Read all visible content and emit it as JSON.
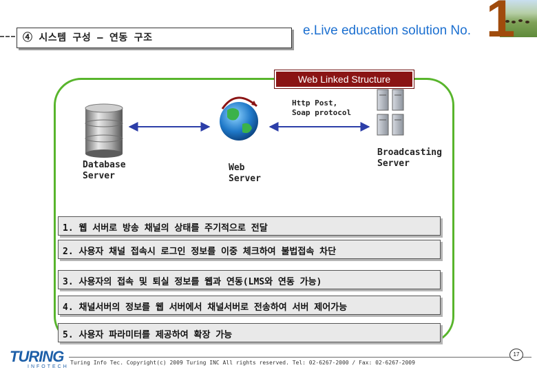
{
  "header": {
    "title": "④ 시스템 구성 – 연동 구조",
    "slogan": "e.Live education solution No.",
    "slogan_number": "1"
  },
  "diagram": {
    "tag": "Web Linked Structure",
    "database_label": "Database\nServer",
    "web_label": "Web\nServer",
    "broadcast_label": "Broadcasting\nServer",
    "protocol_label": "Http Post,\nSoap protocol"
  },
  "items": [
    "1. 웹 서버로 방송 채널의 상태를 주기적으로 전달",
    "2. 사용자 채널 접속시 로그인 정보를 이중 체크하여 불법접속 차단",
    "3. 사용자의 접속 및 퇴실 정보를 웹과 연동(LMS와 연동 가능)",
    "4. 채널서버의 정보를 웹 서버에서 채널서버로 전송하여 서버 제어가능",
    "5. 사용자 파라미터를 제공하여 확장 가능"
  ],
  "footer": {
    "logo_word": "TURING",
    "logo_sub": "INFOTECH",
    "copyright": "Turing Info Tec. Copyright(c) 2009 Turing INC All rights reserved. Tel: 02-6267-2000 / Fax: 02-6267-2009",
    "page_number": "17"
  },
  "colors": {
    "frame_green": "#58b52c",
    "tag_red": "#8a1414",
    "slogan_blue": "#1b6fd0",
    "accent_brown": "#a04b0c",
    "arrow_blue": "#2c3ea8"
  }
}
